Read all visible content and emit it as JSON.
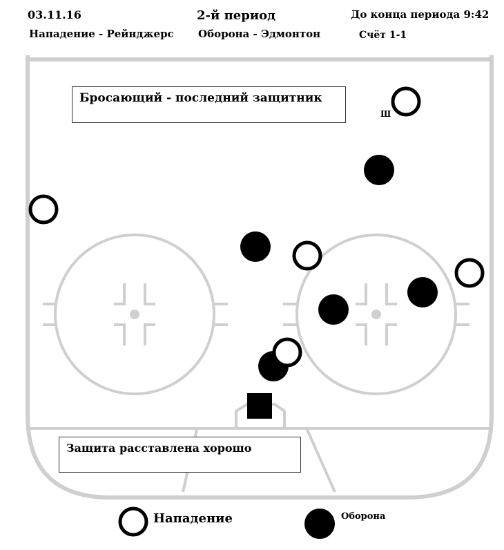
{
  "header": {
    "date": "03.11.16",
    "period": "2-й период",
    "time_left": "До конца периода 9:42",
    "attack": "Нападение - Рейнджерс",
    "defense": "Оборона - Эдмонтон",
    "score": "Счёт 1-1"
  },
  "annotations": {
    "shooter": "Бросающий - последний защитник",
    "defense_setup": "Защита расставлена хорошо",
    "shooter_marker": "Ш"
  },
  "legend": {
    "attack": "Нападение",
    "defense": "Оборона"
  },
  "colors": {
    "rink": "#d0d0d0",
    "player": "#000000"
  }
}
